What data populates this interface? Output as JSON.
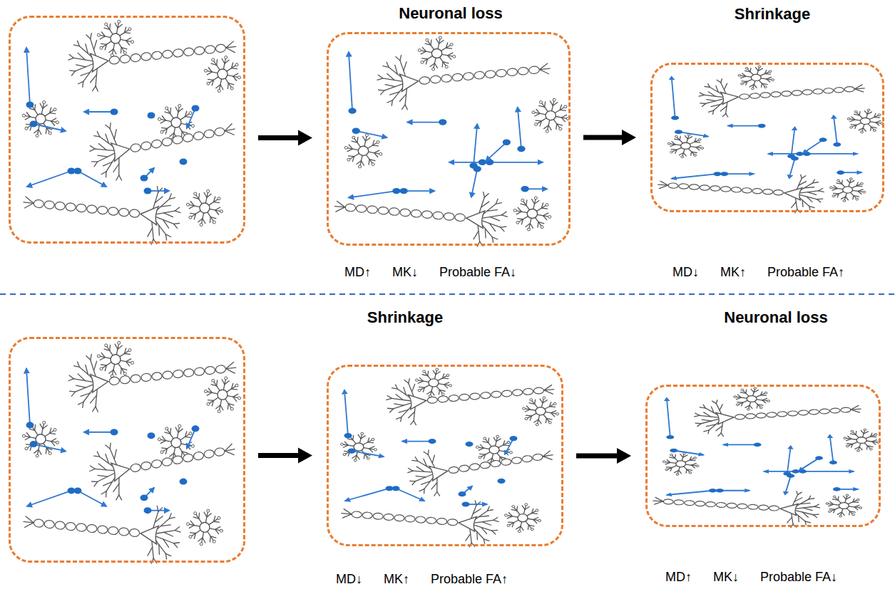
{
  "diagram": {
    "nodes": [
      {
        "text": []
      },
      {
        "text": [
          "Neuronal loss",
          "MD↑",
          "MK↓",
          "Probable FA↓"
        ]
      },
      {
        "text": [
          "Shrinkage",
          "MD↓",
          "MK↑",
          "Probable FA↑"
        ]
      },
      {
        "text": []
      },
      {
        "text": [
          "Shrinkage",
          "MD↓",
          "MK↑",
          "Probable FA↑"
        ]
      },
      {
        "text": [
          "Neuronal loss",
          "MD↑",
          "MK↓",
          "Probable FA↓"
        ]
      }
    ],
    "edges": [
      {
        "from": 0,
        "to": 1,
        "arrow": "to"
      },
      {
        "from": 1,
        "to": 2,
        "arrow": "to"
      },
      {
        "from": 3,
        "to": 4,
        "arrow": "to"
      },
      {
        "from": 4,
        "to": 5,
        "arrow": "to"
      }
    ]
  }
}
